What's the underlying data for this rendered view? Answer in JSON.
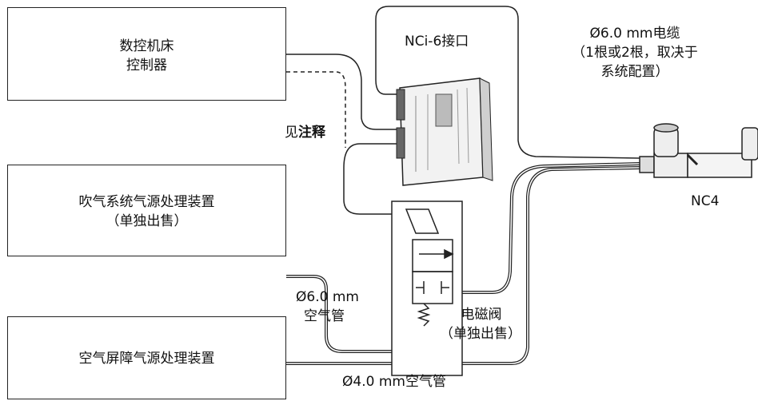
{
  "boxes": {
    "cnc": {
      "line1": "数控机床",
      "line2": "控制器"
    },
    "blow": {
      "line1": "吹气系统气源处理装置",
      "line2": "（单独出售）"
    },
    "air_barrier": {
      "line1": "空气屏障气源处理装置"
    }
  },
  "labels": {
    "nci6": "NCi-6接口",
    "cable_line1": "Ø6.0 mm电缆",
    "cable_line2": "（1根或2根，取决于",
    "cable_line3": "系统配置）",
    "see_note_prefix": "见",
    "see_note_bold": "注释",
    "nc4": "NC4",
    "tube6_line1": "Ø6.0 mm",
    "tube6_line2": "空气管",
    "valve_line1": "电磁阀",
    "valve_line2": "（单独出售）",
    "tube4": "Ø4.0 mm空气管"
  }
}
